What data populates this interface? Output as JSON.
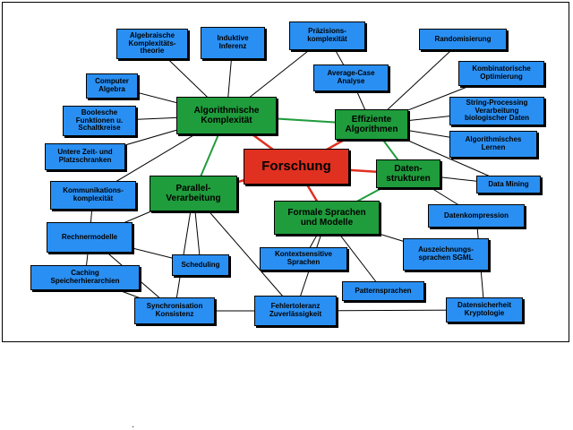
{
  "center": "Forschung",
  "main_topics": {
    "algo_komplexitaet": "Algorithmische\nKomplexität",
    "effiziente_algorithmen": "Effiziente\nAlgorithmen",
    "datenstrukturen": "Daten-\nstrukturen",
    "parallelverarbeitung": "Parallel-\nVerarbeitung",
    "formale_sprachen": "Formale Sprachen\nund Modelle"
  },
  "subtopics": {
    "algebraische": "Algebraische\nKomplexitäts-\ntheorie",
    "induktive": "Induktive\nInferenz",
    "praezisions": "Präzisions-\nkomplexität",
    "randomisierung": "Randomisierung",
    "computer_algebra": "Computer\nAlgebra",
    "kombinatorische": "Kombinatorische\nOptimierung",
    "average_case": "Average-Case\nAnalyse",
    "boolesche": "Boolesche\nFunktionen u.\nSchaltkreise",
    "string_processing": "String-Processing\nVerarbeitung\nbiologischer Daten",
    "untere_zeit": "Untere Zeit- und\nPlatzschranken",
    "algorithmisches_lernen": "Algorithmisches\nLernen",
    "data_mining": "Data Mining",
    "kommunikation": "Kommunikations-\nkomplexität",
    "datenkompression": "Datenkompression",
    "rechnermodelle": "Rechnermodelle",
    "kontextsensitive": "Kontextsensitive\nSprachen",
    "auszeichnung": "Auszeichnungs-\nsprachen SGML",
    "scheduling": "Scheduling",
    "caching": "Caching\nSpeicherhierarchien",
    "patternsprachen": "Patternsprachen",
    "synchronisation": "Synchronisation\nKonsistenz",
    "fehlertoleranz": "Fehlertoleranz\nZuverlässigkeit",
    "datensicherheit": "Datensicherheit\nKryptologie"
  },
  "colors": {
    "center": "#e03020",
    "main": "#1f9c3c",
    "sub": "#2a8ff2",
    "strong_link": "#e03020",
    "main_link": "#1f9c3c",
    "thin_link": "#000000"
  }
}
